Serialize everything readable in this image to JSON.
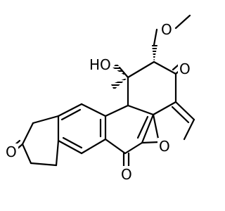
{
  "diagram": {
    "type": "chemical-structure",
    "atom_labels": {
      "ho": "HO",
      "o_methoxy": "O",
      "o_ketone_right": "O",
      "o_furan": "O",
      "o_ketone_bottom": "O",
      "o_ketone_left": "O"
    }
  }
}
